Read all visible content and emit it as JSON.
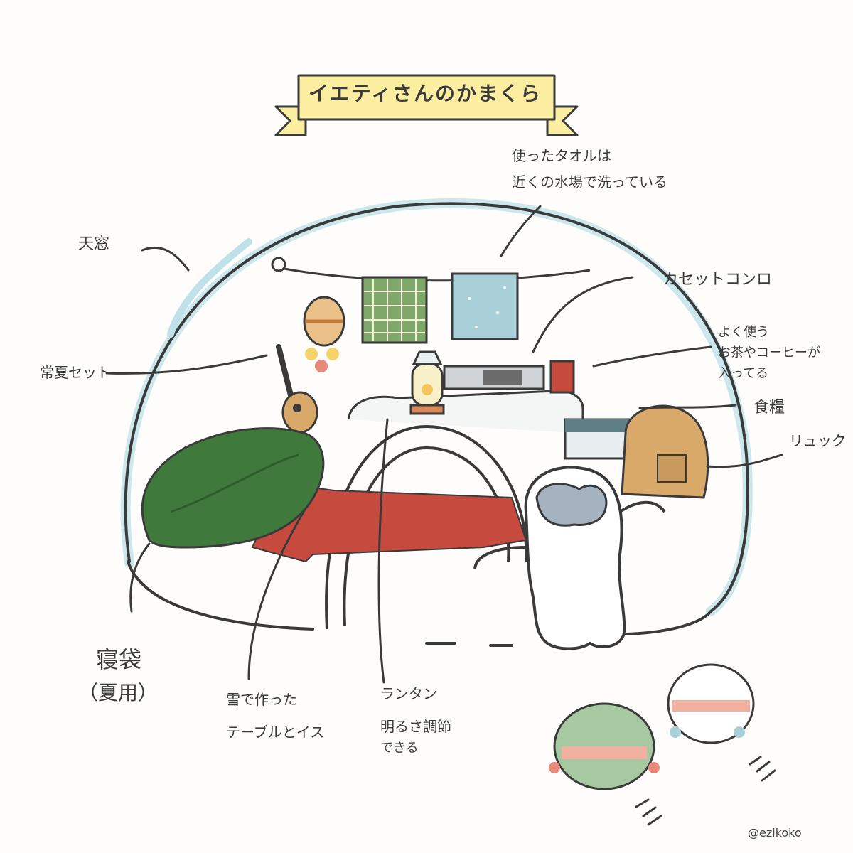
{
  "title": "イエティさんのかまくら",
  "labels": {
    "skylight": "天窓",
    "towels_line1": "使ったタオルは",
    "towels_line2": "近くの水場で洗っている",
    "stove": "カセットコンロ",
    "tea_line1": "よく使う",
    "tea_line2": "お茶やコーヒーが",
    "tea_line3": "入ってる",
    "food": "食糧",
    "backpack": "リュック",
    "summer_set": "常夏セット",
    "sleeping_bag_line1": "寝袋",
    "sleeping_bag_line2": "（夏用）",
    "table_line1": "雪で作った",
    "table_line2": "テーブルとイス",
    "lantern_line1": "ランタン",
    "lantern_line2": "明るさ調節",
    "lantern_line3": "できる"
  },
  "credit": "@ezikoko",
  "colors": {
    "background": "#fefdfb",
    "banner": "#fbeea0",
    "line": "#3a3a3a",
    "dome_edge": "#bfe2ea",
    "sleeping_bag": "#3f7a3c",
    "rug": "#c74a3e",
    "towel_green": "#7fa86a",
    "towel_blue": "#a9cfd8",
    "backpack": "#d9a96a",
    "yeti_face": "#a5b3c0"
  },
  "icons": [
    "dome-igloo",
    "towel-check-icon",
    "towel-dots-icon",
    "straw-hat-icon",
    "ukulele-icon",
    "flower-lei-icon",
    "lantern-icon",
    "stove-icon",
    "tea-can-icon",
    "food-box-icon",
    "backpack-icon",
    "sleeping-bag-icon",
    "rug-icon",
    "yeti-character",
    "frog-green-character",
    "frog-white-character"
  ]
}
